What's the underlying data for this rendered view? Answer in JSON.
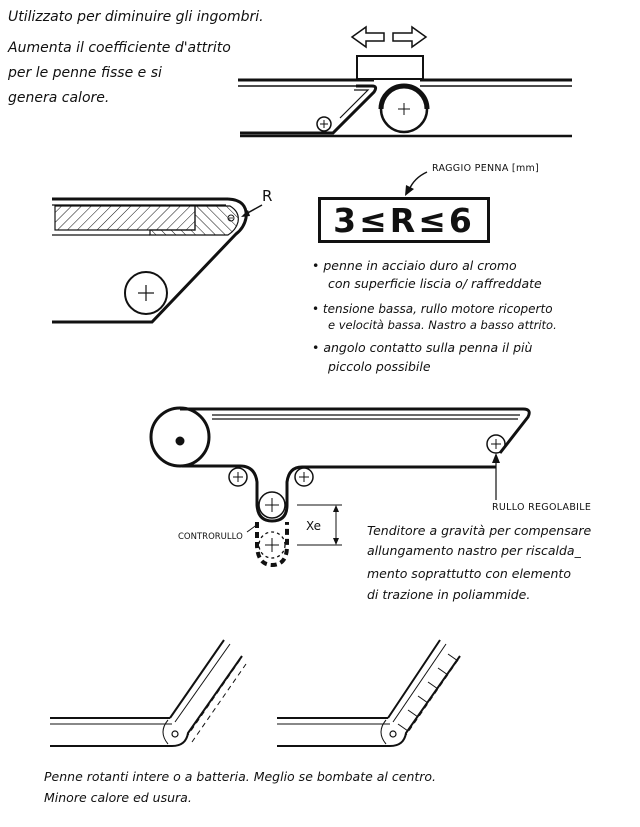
{
  "intro": {
    "line1": "Utilizzato per diminuire gli ingombri.",
    "line2": "Aumenta il coefficiente d'attrito",
    "line3": "per le penne fisse e si",
    "line4": "genera calore."
  },
  "radius_label": "RAGGIO PENNA [mm]",
  "r_symbol": "R",
  "formula": "3≤R≤6",
  "notes": {
    "n1a": "• penne in acciaio duro al cromo",
    "n1b": "con superficie liscia o/ raffreddate",
    "n2a": "• tensione bassa, rullo motore ricoperto",
    "n2b": "e velocità bassa. Nastro a basso attrito.",
    "n3a": "• angolo contatto sulla penna il più",
    "n3b": "piccolo possibile"
  },
  "labels": {
    "rullo_regolabile": "RULLO REGOLABILE",
    "controrullo": "CONTRORULLO",
    "xe": "Xe"
  },
  "tensioner_note": {
    "l1": "Tenditore a gravità per compensare",
    "l2": "allungamento nastro per riscalda_",
    "l3": "mento soprattutto con elemento",
    "l4": "di trazione in poliammide."
  },
  "footer": {
    "l1": "Penne rotanti intere o a batteria. Meglio se bombate al centro.",
    "l2": "Minore calore ed usura."
  }
}
